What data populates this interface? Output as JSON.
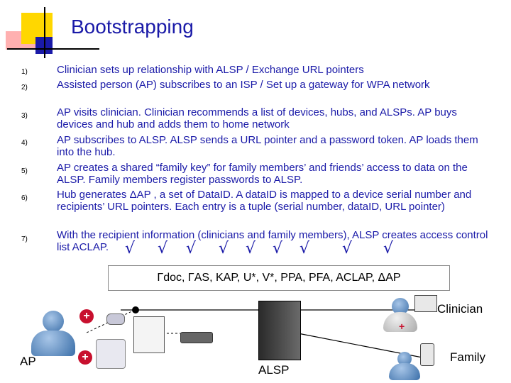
{
  "title": "Bootstrapping",
  "items": [
    {
      "num": "1)",
      "text": "Clinician sets up relationship with ALSP / Exchange URL pointers"
    },
    {
      "num": "2)",
      "text": "Assisted person (AP) subscribes to an ISP / Set up a gateway for WPA network"
    },
    {
      "num": "3)",
      "text": "AP visits clinician.  Clinician recommends a list of devices, hubs, and ALSPs.  AP buys devices and hub and adds them to home network"
    },
    {
      "num": "4)",
      "text": "AP subscribes to ALSP.  ALSP sends a URL pointer and a password token.  AP loads them into the hub."
    },
    {
      "num": "5)",
      "text": "AP creates a shared “family key” for family members’ and friends’ access to data on the ALSP. Family members register passwords to ALSP."
    },
    {
      "num": "6)",
      "text": "Hub generates ΔAP , a set of DataID. A dataID is mapped to a device serial number and recipients’ URL pointers. Each entry is a tuple (serial number, dataID, URL pointer)"
    },
    {
      "num": "7)",
      "text": "With the recipient information (clinicians and family members), ALSP creates access control list ACLAP."
    }
  ],
  "checkmark": "√",
  "keys_line": "Γdoc, ΓAS, KAP, U*,  V*, PPA, PFA, ACLAP, ΔAP",
  "labels": {
    "clinician": "Clinician",
    "family": "Family",
    "ap": "AP",
    "alsp": "ALSP"
  },
  "colors": {
    "text_blue": "#1a1aa8",
    "plus_red": "#c8102e"
  }
}
